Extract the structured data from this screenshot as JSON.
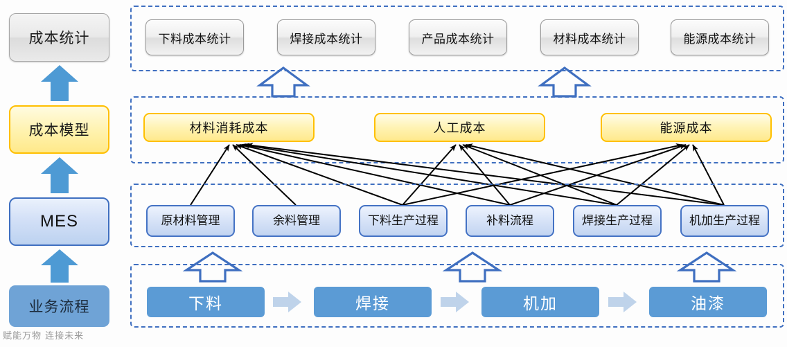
{
  "pillar": {
    "items": [
      {
        "label": "成本统计",
        "style": "gray"
      },
      {
        "label": "成本模型",
        "style": "yellow"
      },
      {
        "label": "MES",
        "style": "light-blue"
      },
      {
        "label": "业务流程",
        "style": "blue"
      }
    ]
  },
  "row_statistics": {
    "name": "成本统计",
    "boxes": [
      {
        "label": "下料成本统计"
      },
      {
        "label": "焊接成本统计"
      },
      {
        "label": "产品成本统计"
      },
      {
        "label": "材料成本统计"
      },
      {
        "label": "能源成本统计"
      }
    ]
  },
  "row_cost_model": {
    "name": "成本模型",
    "boxes": [
      {
        "label": "材料消耗成本"
      },
      {
        "label": "人工成本"
      },
      {
        "label": "能源成本"
      }
    ]
  },
  "row_mes": {
    "name": "MES",
    "boxes": [
      {
        "label": "原材料管理"
      },
      {
        "label": "余料管理"
      },
      {
        "label": "下料生产过程"
      },
      {
        "label": "补料流程"
      },
      {
        "label": "焊接生产过程"
      },
      {
        "label": "机加生产过程"
      }
    ]
  },
  "row_business_flow": {
    "name": "业务流程",
    "boxes": [
      {
        "label": "下料"
      },
      {
        "label": "焊接"
      },
      {
        "label": "机加"
      },
      {
        "label": "油漆"
      }
    ]
  },
  "watermark": {
    "text": "赋能万物 连接未来"
  },
  "colors": {
    "dashed_border": "#3f6fc0",
    "accent_blue": "#5b9bd5",
    "cost_yellow": "#ffc000",
    "process_blue": "#4472c4",
    "connector": "#000000",
    "chevron": "#bfd3ea"
  }
}
